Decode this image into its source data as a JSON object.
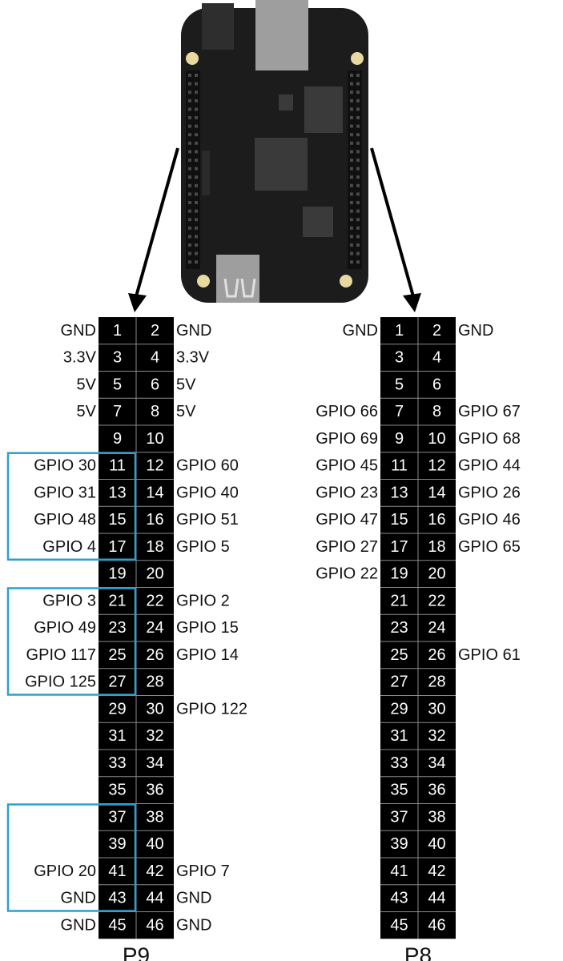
{
  "colors": {
    "header_fill": "#000000",
    "header_divider": "#8a8a8a",
    "pin_text": "#ffffff",
    "label_text": "#111111",
    "highlight_box": "#2b9fd0",
    "board_fill": "#1c1c1c",
    "board_chip": "#3a3a3a",
    "connector_gray": "#9e9e9e",
    "mount_hole": "#e8d9a0"
  },
  "board": {
    "name": "BeagleBone board",
    "icons": [
      "ethernet-port-icon",
      "usb-port-icon",
      "mounting-hole-icon",
      "arrow-icon"
    ]
  },
  "headers": [
    {
      "name": "P9",
      "rows": [
        {
          "left_pin": "1",
          "right_pin": "2",
          "left_label": "GND",
          "right_label": "GND"
        },
        {
          "left_pin": "3",
          "right_pin": "4",
          "left_label": "3.3V",
          "right_label": "3.3V"
        },
        {
          "left_pin": "5",
          "right_pin": "6",
          "left_label": "5V",
          "right_label": "5V"
        },
        {
          "left_pin": "7",
          "right_pin": "8",
          "left_label": "5V",
          "right_label": "5V"
        },
        {
          "left_pin": "9",
          "right_pin": "10",
          "left_label": "",
          "right_label": ""
        },
        {
          "left_pin": "11",
          "right_pin": "12",
          "left_label": "GPIO 30",
          "right_label": "GPIO 60"
        },
        {
          "left_pin": "13",
          "right_pin": "14",
          "left_label": "GPIO 31",
          "right_label": "GPIO 40"
        },
        {
          "left_pin": "15",
          "right_pin": "16",
          "left_label": "GPIO 48",
          "right_label": "GPIO 51"
        },
        {
          "left_pin": "17",
          "right_pin": "18",
          "left_label": "GPIO 4",
          "right_label": "GPIO 5"
        },
        {
          "left_pin": "19",
          "right_pin": "20",
          "left_label": "",
          "right_label": ""
        },
        {
          "left_pin": "21",
          "right_pin": "22",
          "left_label": "GPIO 3",
          "right_label": "GPIO 2"
        },
        {
          "left_pin": "23",
          "right_pin": "24",
          "left_label": "GPIO 49",
          "right_label": "GPIO 15"
        },
        {
          "left_pin": "25",
          "right_pin": "26",
          "left_label": "GPIO 117",
          "right_label": "GPIO 14"
        },
        {
          "left_pin": "27",
          "right_pin": "28",
          "left_label": "GPIO 125",
          "right_label": ""
        },
        {
          "left_pin": "29",
          "right_pin": "30",
          "left_label": "",
          "right_label": "GPIO 122"
        },
        {
          "left_pin": "31",
          "right_pin": "32",
          "left_label": "",
          "right_label": ""
        },
        {
          "left_pin": "33",
          "right_pin": "34",
          "left_label": "",
          "right_label": ""
        },
        {
          "left_pin": "35",
          "right_pin": "36",
          "left_label": "",
          "right_label": ""
        },
        {
          "left_pin": "37",
          "right_pin": "38",
          "left_label": "",
          "right_label": ""
        },
        {
          "left_pin": "39",
          "right_pin": "40",
          "left_label": "",
          "right_label": ""
        },
        {
          "left_pin": "41",
          "right_pin": "42",
          "left_label": "GPIO 20",
          "right_label": "GPIO 7"
        },
        {
          "left_pin": "43",
          "right_pin": "44",
          "left_label": "GND",
          "right_label": "GND"
        },
        {
          "left_pin": "45",
          "right_pin": "46",
          "left_label": "GND",
          "right_label": "GND"
        }
      ],
      "highlight_groups": [
        {
          "pins": [
            "11",
            "13",
            "15",
            "17"
          ]
        },
        {
          "pins": [
            "21",
            "23",
            "25",
            "27"
          ]
        },
        {
          "pins": [
            "37",
            "39",
            "41",
            "43"
          ]
        }
      ]
    },
    {
      "name": "P8",
      "rows": [
        {
          "left_pin": "1",
          "right_pin": "2",
          "left_label": "GND",
          "right_label": "GND"
        },
        {
          "left_pin": "3",
          "right_pin": "4",
          "left_label": "",
          "right_label": ""
        },
        {
          "left_pin": "5",
          "right_pin": "6",
          "left_label": "",
          "right_label": ""
        },
        {
          "left_pin": "7",
          "right_pin": "8",
          "left_label": "GPIO 66",
          "right_label": "GPIO 67"
        },
        {
          "left_pin": "9",
          "right_pin": "10",
          "left_label": "GPIO 69",
          "right_label": "GPIO 68"
        },
        {
          "left_pin": "11",
          "right_pin": "12",
          "left_label": "GPIO 45",
          "right_label": "GPIO 44"
        },
        {
          "left_pin": "13",
          "right_pin": "14",
          "left_label": "GPIO 23",
          "right_label": "GPIO 26"
        },
        {
          "left_pin": "15",
          "right_pin": "16",
          "left_label": "GPIO 47",
          "right_label": "GPIO 46"
        },
        {
          "left_pin": "17",
          "right_pin": "18",
          "left_label": "GPIO 27",
          "right_label": "GPIO 65"
        },
        {
          "left_pin": "19",
          "right_pin": "20",
          "left_label": "GPIO 22",
          "right_label": ""
        },
        {
          "left_pin": "21",
          "right_pin": "22",
          "left_label": "",
          "right_label": ""
        },
        {
          "left_pin": "23",
          "right_pin": "24",
          "left_label": "",
          "right_label": ""
        },
        {
          "left_pin": "25",
          "right_pin": "26",
          "left_label": "",
          "right_label": "GPIO 61"
        },
        {
          "left_pin": "27",
          "right_pin": "28",
          "left_label": "",
          "right_label": ""
        },
        {
          "left_pin": "29",
          "right_pin": "30",
          "left_label": "",
          "right_label": ""
        },
        {
          "left_pin": "31",
          "right_pin": "32",
          "left_label": "",
          "right_label": ""
        },
        {
          "left_pin": "33",
          "right_pin": "34",
          "left_label": "",
          "right_label": ""
        },
        {
          "left_pin": "35",
          "right_pin": "36",
          "left_label": "",
          "right_label": ""
        },
        {
          "left_pin": "37",
          "right_pin": "38",
          "left_label": "",
          "right_label": ""
        },
        {
          "left_pin": "39",
          "right_pin": "40",
          "left_label": "",
          "right_label": ""
        },
        {
          "left_pin": "41",
          "right_pin": "42",
          "left_label": "",
          "right_label": ""
        },
        {
          "left_pin": "43",
          "right_pin": "44",
          "left_label": "",
          "right_label": ""
        },
        {
          "left_pin": "45",
          "right_pin": "46",
          "left_label": "",
          "right_label": ""
        }
      ],
      "highlight_groups": []
    }
  ]
}
